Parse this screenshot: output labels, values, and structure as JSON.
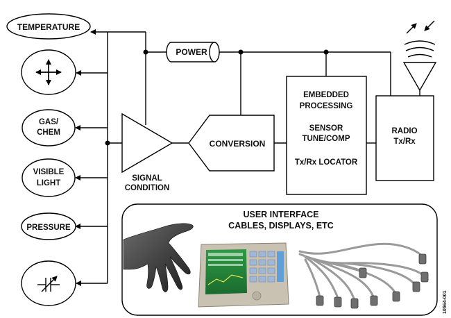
{
  "sensors": {
    "temperature": "TEMPERATURE",
    "gas_line1": "GAS/",
    "gas_line2": "CHEM",
    "visible_line1": "VISIBLE",
    "visible_line2": "LIGHT",
    "pressure": "PRESSURE"
  },
  "signal_chain": {
    "power": "POWER",
    "signal_line1": "SIGNAL",
    "signal_line2": "CONDITION",
    "conversion": "CONVERSION",
    "embedded_line1": "EMBEDDED",
    "embedded_line2": "PROCESSING",
    "sensor_line1": "SENSOR",
    "sensor_line2": "TUNE/COMP",
    "locator": "Tx/Rx LOCATOR",
    "radio_line1": "RADIO",
    "radio_line2": "Tx/Rx"
  },
  "user_interface": {
    "title_line1": "USER INTERFACE",
    "title_line2": "CABLES, DISPLAYS, ETC"
  },
  "figure_id": "10564-001"
}
